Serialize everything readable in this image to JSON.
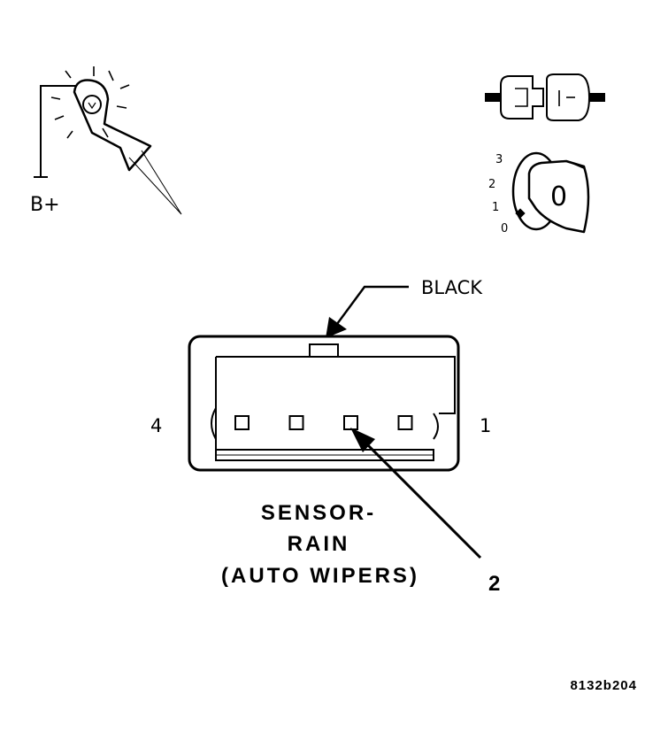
{
  "test_light": {
    "power_label": "B+"
  },
  "ignition": {
    "positions": [
      "3",
      "2",
      "1",
      "0"
    ],
    "key_label": "0"
  },
  "connector": {
    "color_label": "BLACK",
    "pin_left_label": "4",
    "pin_right_label": "1",
    "cavity_count": 4,
    "callout_label": "2",
    "name_line1": "SENSOR-",
    "name_line2": "RAIN",
    "name_line3": "(AUTO WIPERS)"
  },
  "figure_id": "8132b204"
}
